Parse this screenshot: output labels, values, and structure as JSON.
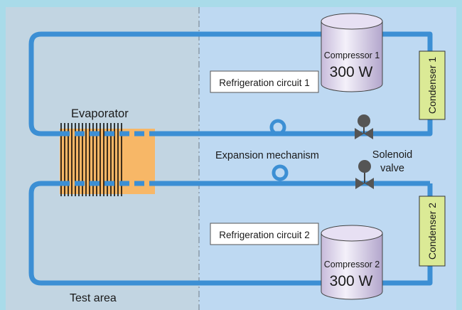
{
  "colors": {
    "frame": "#a9dbe9",
    "test_area_bg": "#c2d5e2",
    "outside_bg": "#bed9f2",
    "pipe": "#3c8fd4",
    "evaporator_fill": "#f7b767",
    "condenser_fill": "#dbea96",
    "valve": "#555555"
  },
  "labels": {
    "evaporator": "Evaporator",
    "test_area": "Test area",
    "expansion_mechanism": "Expansion mechanism",
    "solenoid_line1": "Solenoid",
    "solenoid_line2": "valve",
    "circuit1": "Refrigeration circuit 1",
    "circuit2": "Refrigeration circuit 2",
    "compressor1_name": "Compressor 1",
    "compressor1_power": "300 W",
    "compressor2_name": "Compressor 2",
    "compressor2_power": "300 W",
    "condenser1": "Condenser 1",
    "condenser2": "Condenser 2"
  }
}
